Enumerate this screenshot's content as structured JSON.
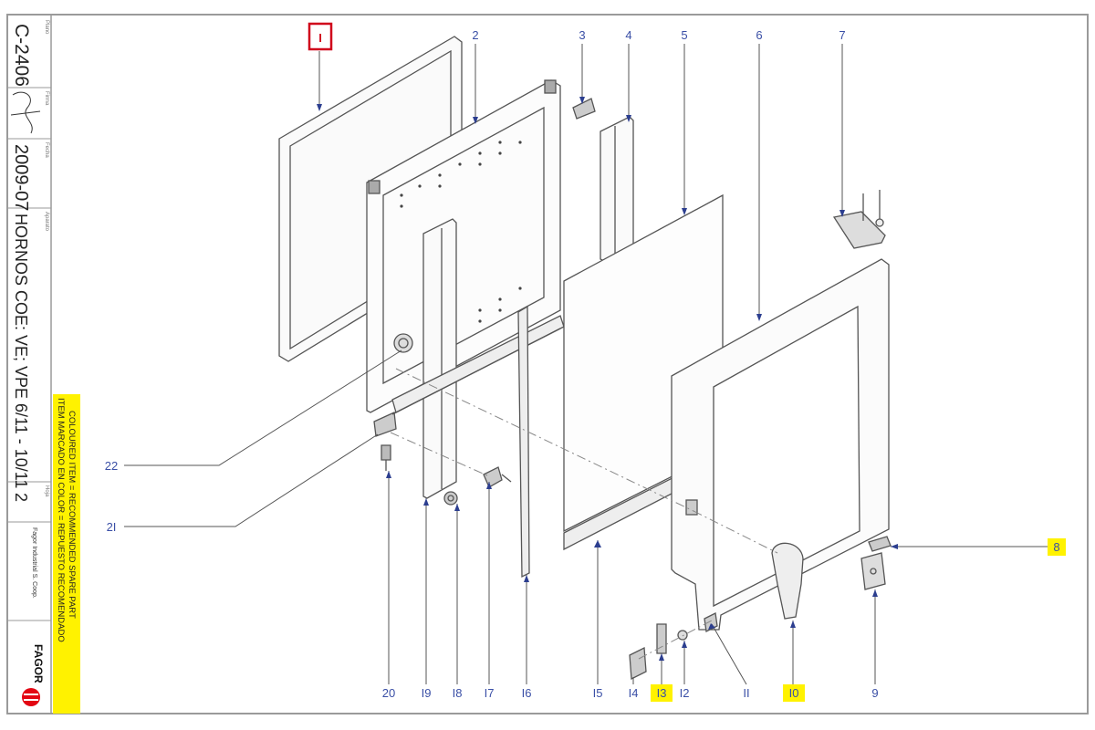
{
  "title_block": {
    "plan": "C-2406",
    "fecha": "2009-07",
    "aparato": "HORNOS COE: VE; VPE 6/11 - 10/11",
    "hoja": "2",
    "company": "Fagor Industrial S. Coop.",
    "logo_text": "FAGOR",
    "note_es": "ITEM MARCADO EN COLOR = REPUESTO RECOMENDADO",
    "note_en": "COLOURED  ITEM = RECOMMENDED SPARE PART",
    "label_plano": "Plano",
    "label_firma": "Firma",
    "label_fecha": "Fecha",
    "label_aparato": "Aparato",
    "label_hoja": "Hoja"
  },
  "callouts": {
    "c1": "I",
    "c2": "2",
    "c3": "3",
    "c4": "4",
    "c5": "5",
    "c6": "6",
    "c7": "7",
    "c8": "8",
    "c9": "9",
    "c10": "I0",
    "c11": "II",
    "c12": "I2",
    "c13": "I3",
    "c14": "I4",
    "c15": "I5",
    "c16": "I6",
    "c17": "I7",
    "c18": "I8",
    "c19": "I9",
    "c20": "20",
    "c21": "2I",
    "c22": "22"
  },
  "colors": {
    "callout_text": "#3a4fa6",
    "highlight": "#fff200",
    "marked_box": "#d0021b",
    "line": "#555555",
    "frame": "#9a9a9a",
    "logo_red": "#e30613"
  }
}
